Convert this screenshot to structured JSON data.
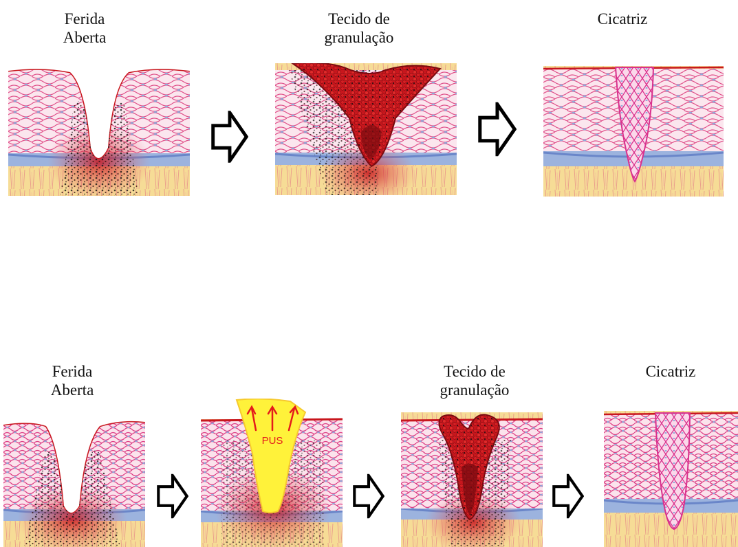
{
  "colors": {
    "dermis": "#f5d88a",
    "basal": "#8fa8d8",
    "epidermis": "#fbe7ee",
    "cell_lines": "#e0508a",
    "blood": "#c8161d",
    "dark_blood": "#8b0d12",
    "pus": "#fff23a",
    "pus_label": "#e41b1b",
    "arrow_outline": "#000000"
  },
  "row1": {
    "captions": {
      "open_wound": [
        "Ferida",
        "Aberta"
      ],
      "granulation": [
        "Tecido de",
        "granulação"
      ],
      "scar": [
        "Cicatriz"
      ]
    },
    "panels": [
      {
        "icon": "open-wound-illustration"
      },
      {
        "icon": "granulation-tissue-illustration"
      },
      {
        "icon": "scar-illustration"
      }
    ],
    "arrows": [
      "right-arrow-icon",
      "right-arrow-icon"
    ]
  },
  "row2": {
    "captions": {
      "open_wound": [
        "Ferida",
        "Aberta"
      ],
      "granulation": [
        "Tecido de",
        "granulação"
      ],
      "scar": [
        "Cicatriz"
      ]
    },
    "pus_label": "PUS",
    "panels": [
      {
        "icon": "open-wound-illustration"
      },
      {
        "icon": "pus-wound-illustration"
      },
      {
        "icon": "granulation-tissue-illustration"
      },
      {
        "icon": "scar-illustration"
      }
    ],
    "arrows": [
      "right-arrow-icon",
      "right-arrow-icon",
      "right-arrow-icon"
    ]
  }
}
